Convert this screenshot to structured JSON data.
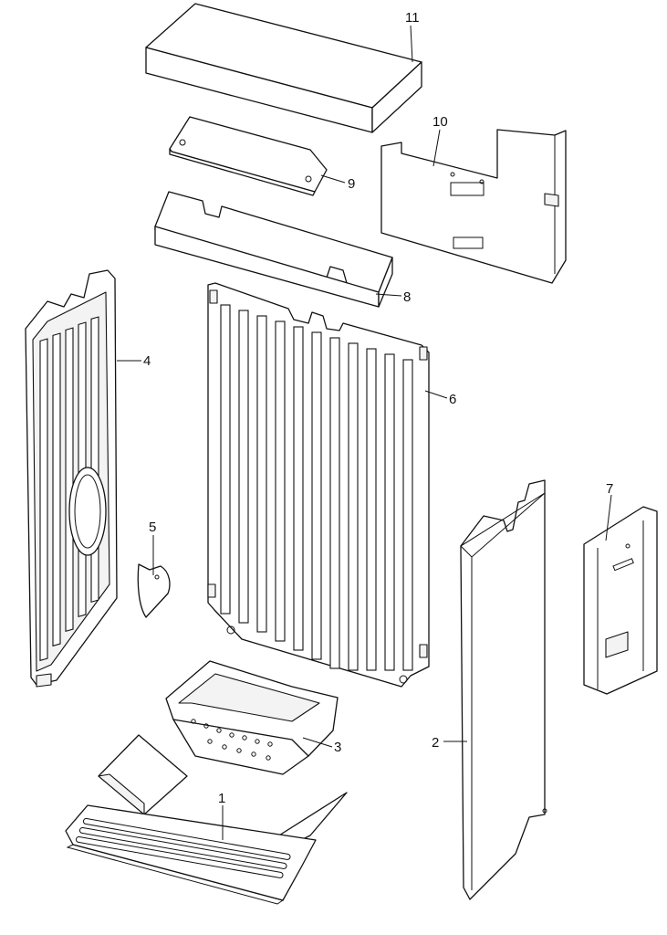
{
  "diagram": {
    "callouts": [
      {
        "id": "p1",
        "label": "1",
        "part": "grate"
      },
      {
        "id": "p2",
        "label": "2",
        "part": "right-side-panel"
      },
      {
        "id": "p3",
        "label": "3",
        "part": "ash-tray"
      },
      {
        "id": "p4",
        "label": "4",
        "part": "left-side-panel"
      },
      {
        "id": "p5",
        "label": "5",
        "part": "small-plate"
      },
      {
        "id": "p6",
        "label": "6",
        "part": "back-panel"
      },
      {
        "id": "p7",
        "label": "7",
        "part": "right-bracket"
      },
      {
        "id": "p8",
        "label": "8",
        "part": "support-bar"
      },
      {
        "id": "p9",
        "label": "9",
        "part": "baffle-plate"
      },
      {
        "id": "p10",
        "label": "10",
        "part": "heat-shield"
      },
      {
        "id": "p11",
        "label": "11",
        "part": "top-brick"
      }
    ]
  }
}
